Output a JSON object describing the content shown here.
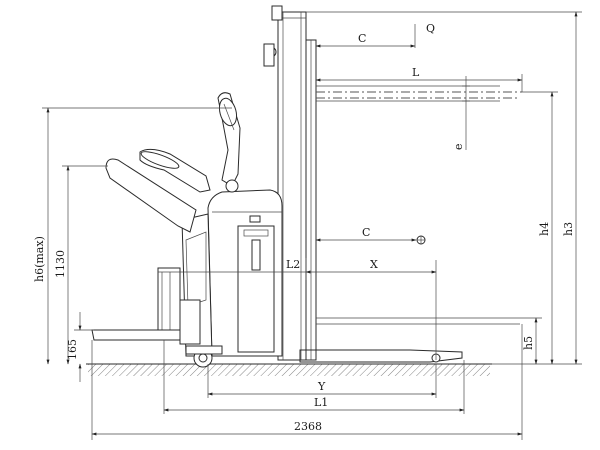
{
  "labels": {
    "c_top": "C",
    "q": "Q",
    "l": "L",
    "e": "e",
    "c_mid": "C",
    "l2": "L2",
    "x": "X",
    "y": "Y",
    "l1": "L1",
    "overall": "2368",
    "h6": "h6(max)",
    "d1130": "1130",
    "d165": "165",
    "h3": "h3",
    "h4": "h4",
    "h5": "h5"
  }
}
